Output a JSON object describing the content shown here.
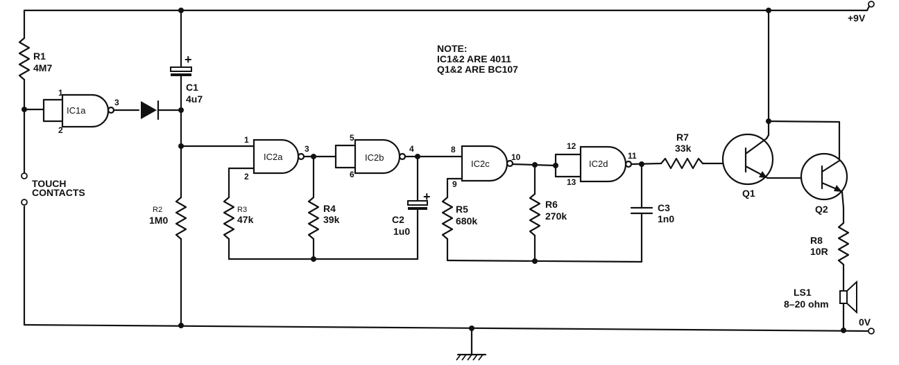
{
  "note": {
    "heading": "NOTE:",
    "line1": "IC1&2 ARE 4011",
    "line2": "Q1&2 ARE BC107"
  },
  "supply": {
    "positive": "+9V",
    "ground": "0V"
  },
  "input": {
    "touch_line1": "TOUCH",
    "touch_line2": "CONTACTS"
  },
  "gates": {
    "ic1a": {
      "name": "IC1a",
      "pin_a": "1",
      "pin_b": "2",
      "pin_out": "3"
    },
    "ic2a": {
      "name": "IC2a",
      "pin_a": "1",
      "pin_b": "2",
      "pin_out": "3"
    },
    "ic2b": {
      "name": "IC2b",
      "pin_a": "5",
      "pin_b": "6",
      "pin_out": "4"
    },
    "ic2c": {
      "name": "IC2c",
      "pin_a": "8",
      "pin_b": "9",
      "pin_out": "10"
    },
    "ic2d": {
      "name": "IC2d",
      "pin_a": "12",
      "pin_b": "13",
      "pin_out": "11"
    }
  },
  "components": {
    "r1": {
      "ref": "R1",
      "value": "4M7"
    },
    "r2": {
      "ref": "R2",
      "value": "1M0"
    },
    "r3": {
      "ref": "R3",
      "value": "47k"
    },
    "r4": {
      "ref": "R4",
      "value": "39k"
    },
    "r5": {
      "ref": "R5",
      "value": "680k"
    },
    "r6": {
      "ref": "R6",
      "value": "270k"
    },
    "r7": {
      "ref": "R7",
      "value": "33k"
    },
    "r8": {
      "ref": "R8",
      "value": "10R"
    },
    "c1": {
      "ref": "C1",
      "value": "4u7",
      "polarity": "+"
    },
    "c2": {
      "ref": "C2",
      "value": "1u0",
      "polarity": "+"
    },
    "c3": {
      "ref": "C3",
      "value": "1n0"
    },
    "q1": {
      "ref": "Q1"
    },
    "q2": {
      "ref": "Q2"
    },
    "ls1": {
      "ref": "LS1",
      "value": "8–20 ohm"
    }
  }
}
